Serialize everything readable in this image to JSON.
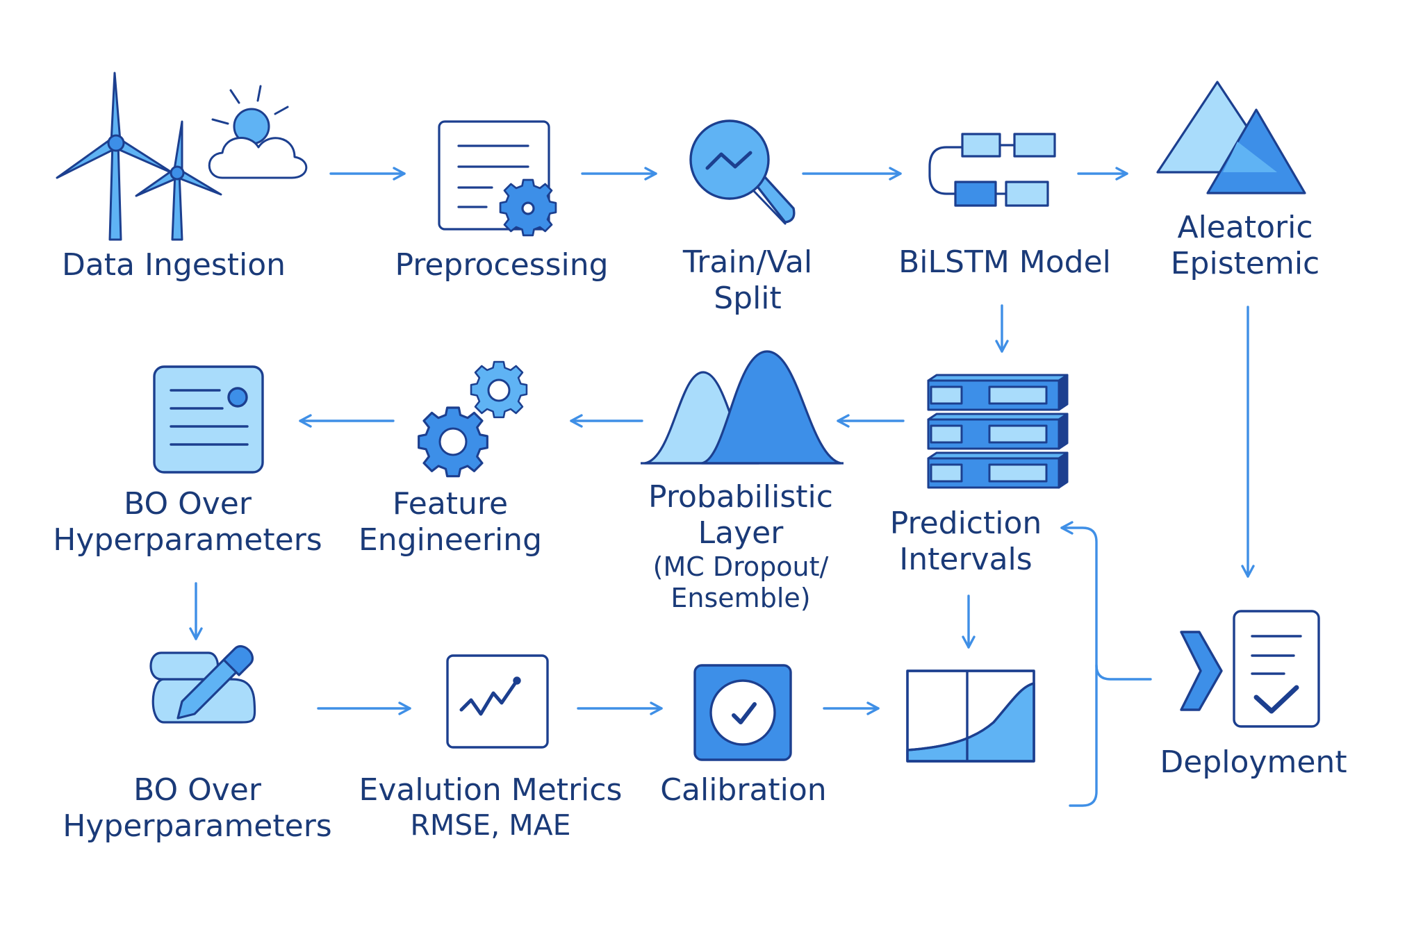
{
  "colors": {
    "stroke": "#1c3f8f",
    "fill_light": "#a9dcfb",
    "fill_mid": "#5fb3f4",
    "fill_strong": "#3d8fe8",
    "arrow": "#3f8fe6",
    "text": "#1a3a78"
  },
  "nodes": {
    "data_ingestion": {
      "icon": "wind-turbine-sun-icon",
      "lines": [
        "Data Ingestion"
      ]
    },
    "preprocessing": {
      "icon": "document-gear-icon",
      "lines": [
        "Preprocessing"
      ]
    },
    "train_val_split": {
      "icon": "magnifier-icon",
      "lines": [
        "Train/Val",
        "Split"
      ]
    },
    "bilstm_model": {
      "icon": "network-blocks-icon",
      "lines": [
        "BiLSTM Model"
      ]
    },
    "uncertainty": {
      "icon": "triangles-icon",
      "lines": [
        "Aleatoric",
        "Epistemic"
      ]
    },
    "bo_hyper_top": {
      "icon": "document-card-icon",
      "lines": [
        "BO Over",
        "Hyperparameters"
      ]
    },
    "feature_engineering": {
      "icon": "gears-icon",
      "lines": [
        "Feature",
        "Engineering"
      ]
    },
    "probabilistic_layer": {
      "icon": "distribution-curves-icon",
      "lines": [
        "Probabilistic",
        "Layer",
        "(MC Dropout/",
        "Ensemble)"
      ]
    },
    "prediction_intervals": {
      "icon": "stacked-layers-icon",
      "lines": [
        "Prediction",
        "Intervals"
      ]
    },
    "deployment": {
      "icon": "deploy-checklist-icon",
      "lines": [
        "Deployment"
      ]
    },
    "bo_hyper_bottom": {
      "icon": "optimizer-pencil-icon",
      "lines": [
        "BO Over",
        "Hyperparameters"
      ]
    },
    "evaluation_metrics": {
      "icon": "line-chart-icon",
      "lines": [
        "Evalution Metrics",
        "RMSE, MAE"
      ]
    },
    "calibration": {
      "icon": "calibration-check-icon",
      "lines": [
        "Calibration"
      ]
    },
    "interval_chart": {
      "icon": "interval-plot-icon",
      "lines": []
    }
  }
}
